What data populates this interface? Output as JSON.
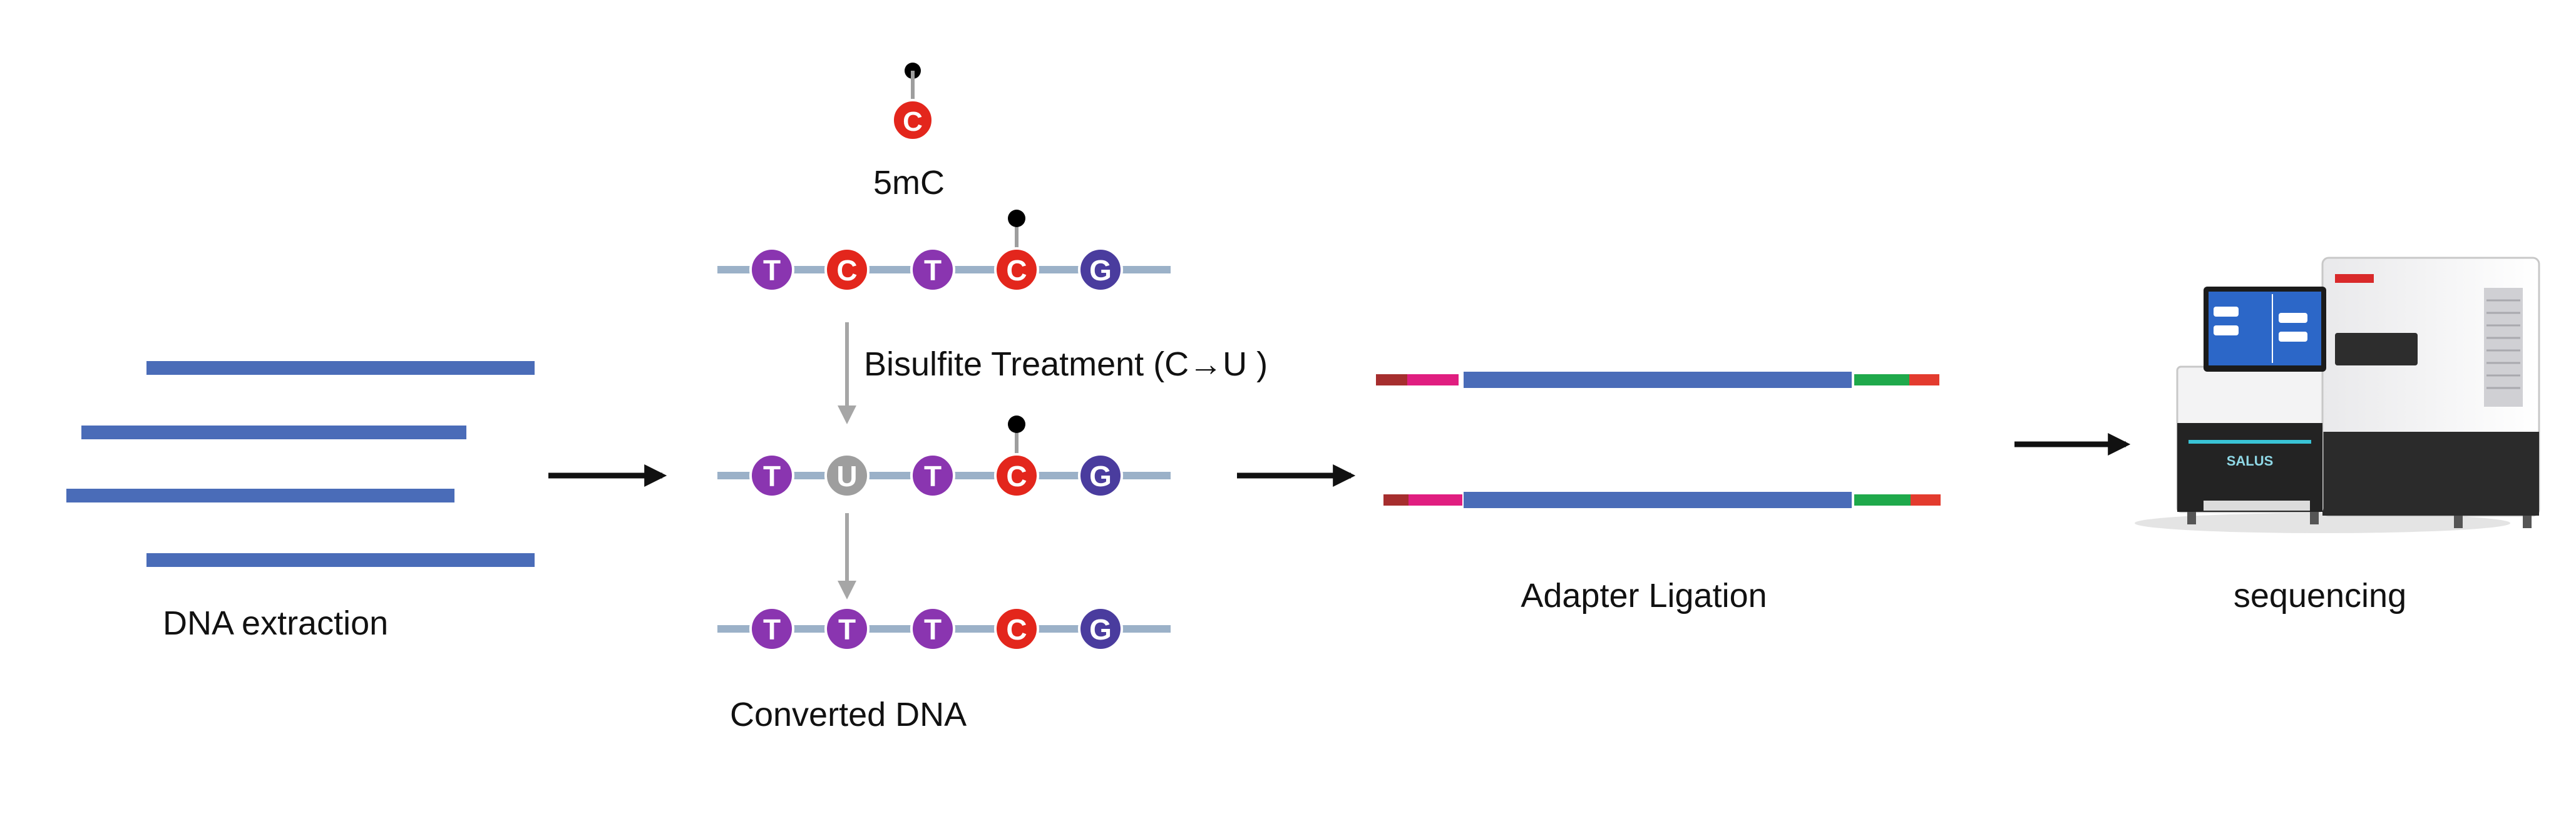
{
  "labels": {
    "five_mc": "5mC",
    "bisulfite": "Bisulfite Treatment (C→U )",
    "converted": "Converted DNA",
    "extraction": "DNA extraction",
    "ligation": "Adapter Ligation",
    "sequencing": "sequencing",
    "sequencer_brand": "SALUS"
  },
  "colors": {
    "dna_strand": "#4a6cb8",
    "backbone": "#9bb1c8",
    "arrow": "#111111",
    "gray_arrow": "#a6a6a6",
    "base_T": "#8a35b0",
    "base_C": "#e3261c",
    "base_U": "#9e9e9e",
    "base_G": "#4a3c9e",
    "methyl": "#000000",
    "adapter_left_dark": "#a62e2e",
    "adapter_left_pink": "#e01e80",
    "adapter_right_green": "#1fa94b",
    "adapter_right_red": "#e33b2e",
    "sequencer_screen": "#2c67c8"
  },
  "free_methyl_base": {
    "base": "C",
    "color_key": "base_C"
  },
  "sequences": [
    {
      "name": "original",
      "bases": [
        "T",
        "C",
        "T",
        "C",
        "G"
      ],
      "methylated": [
        false,
        false,
        false,
        true,
        false
      ]
    },
    {
      "name": "treated",
      "bases": [
        "T",
        "U",
        "T",
        "C",
        "G"
      ],
      "methylated": [
        false,
        false,
        false,
        true,
        false
      ]
    },
    {
      "name": "converted",
      "bases": [
        "T",
        "T",
        "T",
        "C",
        "G"
      ],
      "methylated": [
        false,
        false,
        false,
        false,
        false
      ]
    }
  ],
  "icons": {
    "process_arrow": "right-arrow-icon",
    "treatment_arrow": "down-arrow-icon",
    "instrument": "sequencer-icon"
  }
}
